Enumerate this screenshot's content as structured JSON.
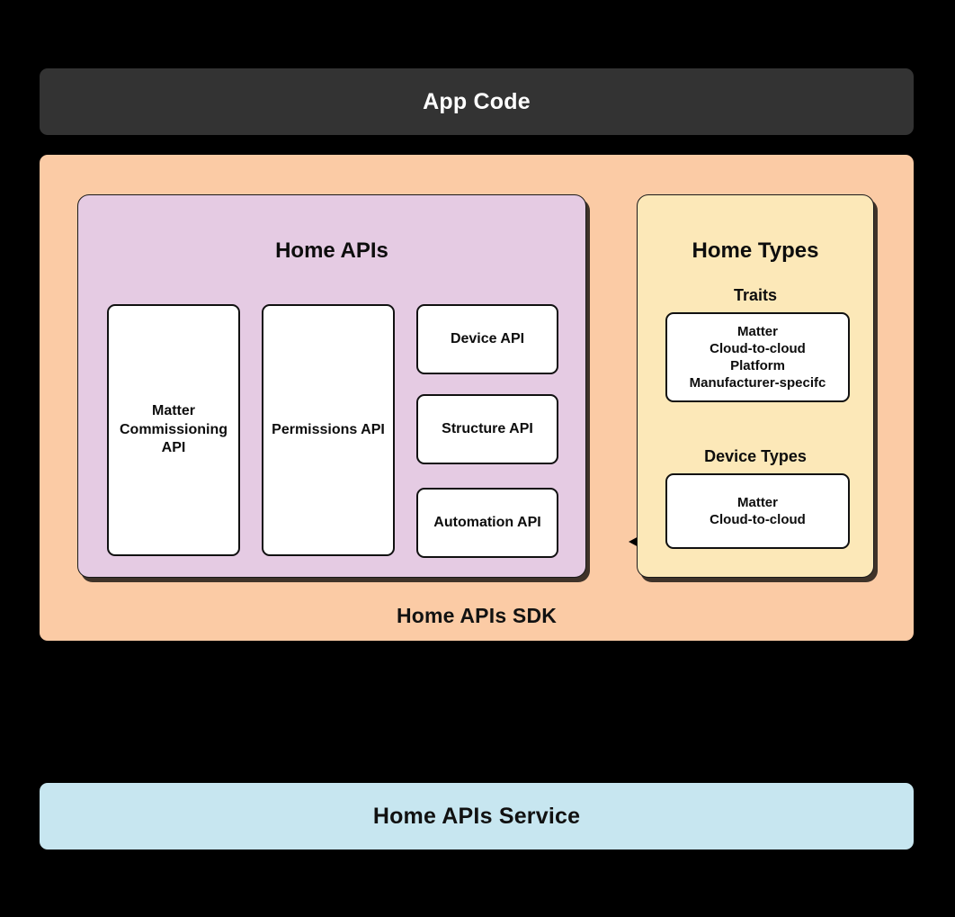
{
  "diagram": {
    "title": "Home APIs SDK architecture",
    "colors": {
      "background": "#000000",
      "app_code_bar": "#333333",
      "sdk_container": "#FBCBA5",
      "home_apis_panel": "#E5CBE3",
      "home_types_panel": "#FCE8B8",
      "card": "#FFFFFF",
      "service_bar": "#C7E6F0",
      "border": "#111111",
      "arrow": "#000000"
    }
  },
  "app_code": {
    "label": "App Code"
  },
  "sdk": {
    "label": "Home APIs SDK"
  },
  "home_apis": {
    "title": "Home APIs",
    "cards": [
      {
        "id": "matter-commissioning-api",
        "label": "Matter\nCommissioning\nAPI"
      },
      {
        "id": "permissions-api",
        "label": "Permissions API"
      },
      {
        "id": "device-api",
        "label": "Device API"
      },
      {
        "id": "structure-api",
        "label": "Structure API"
      },
      {
        "id": "automation-api",
        "label": "Automation API"
      }
    ]
  },
  "home_types": {
    "title": "Home Types",
    "sections": [
      {
        "id": "traits",
        "heading": "Traits",
        "items": [
          "Matter",
          "Cloud-to-cloud",
          "Platform",
          "Manufacturer-specifc"
        ]
      },
      {
        "id": "device-types",
        "heading": "Device Types",
        "items": [
          "Matter",
          "Cloud-to-cloud"
        ]
      }
    ]
  },
  "connector": {
    "type": "double-headed-arrow",
    "from": "Home APIs",
    "to": "Home Types"
  },
  "service": {
    "label": "Home APIs Service"
  }
}
